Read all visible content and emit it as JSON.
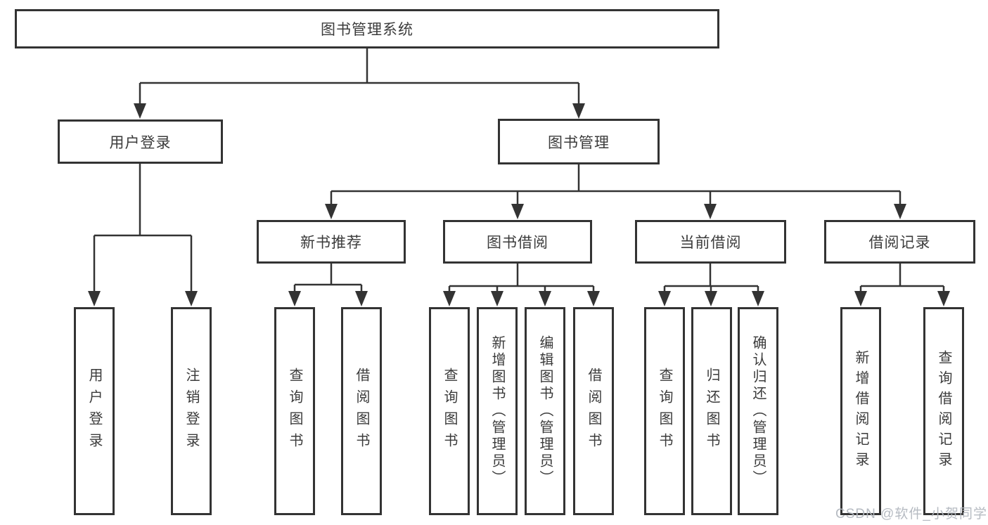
{
  "diagram": {
    "title": "图书管理系统",
    "root": {
      "label": "图书管理系统"
    },
    "level2": [
      {
        "id": "user-login",
        "label": "用户登录"
      },
      {
        "id": "book-management",
        "label": "图书管理"
      }
    ],
    "level3": [
      {
        "id": "new-book-recommend",
        "label": "新书推荐"
      },
      {
        "id": "book-borrowing",
        "label": "图书借阅"
      },
      {
        "id": "current-borrowing",
        "label": "当前借阅"
      },
      {
        "id": "borrowing-records",
        "label": "借阅记录"
      }
    ],
    "leaves": [
      {
        "id": "user-login",
        "label": "用户登录",
        "parent": "用户登录"
      },
      {
        "id": "logout",
        "label": "注销登录",
        "parent": "用户登录"
      },
      {
        "id": "query-books-recommend",
        "label": "查询图书",
        "parent": "新书推荐"
      },
      {
        "id": "borrow-books-recommend",
        "label": "借阅图书",
        "parent": "新书推荐"
      },
      {
        "id": "query-books-borrowing",
        "label": "查询图书",
        "parent": "图书借阅"
      },
      {
        "id": "add-books-admin",
        "label": "新增图书（管理员）",
        "parent": "图书借阅"
      },
      {
        "id": "edit-books-admin",
        "label": "编辑图书（管理员）",
        "parent": "图书借阅"
      },
      {
        "id": "borrow-books-borrowing",
        "label": "借阅图书",
        "parent": "图书借阅"
      },
      {
        "id": "query-books-current",
        "label": "查询图书",
        "parent": "当前借阅"
      },
      {
        "id": "return-books",
        "label": "归还图书",
        "parent": "当前借阅"
      },
      {
        "id": "confirm-return-admin",
        "label": "确认归还（管理员）",
        "parent": "当前借阅"
      },
      {
        "id": "add-borrow-record",
        "label": "新增借阅记录",
        "parent": "借阅记录"
      },
      {
        "id": "query-borrow-record",
        "label": "查询借阅记录",
        "parent": "借阅记录"
      }
    ]
  },
  "watermark": {
    "text": "CSDN @软件_小贺同学"
  },
  "colors": {
    "line": "#333333",
    "border": "#333333",
    "text": "#3b3b3b",
    "watermark": "#b2b7bf",
    "background": "#ffffff"
  }
}
